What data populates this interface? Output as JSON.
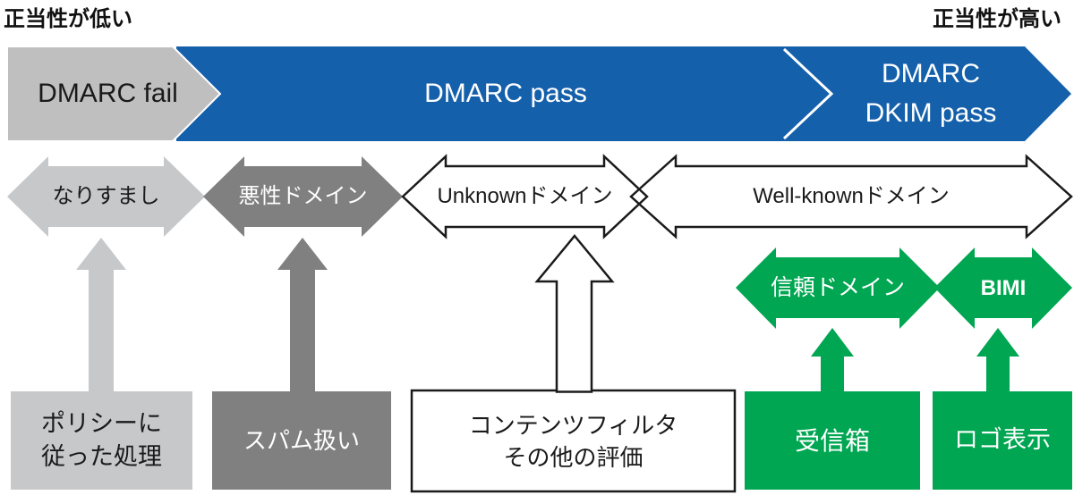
{
  "scale_labels": {
    "left": "正当性が低い",
    "right": "正当性が高い"
  },
  "auth_bands": [
    {
      "id": "dmarc-fail",
      "label": "DMARC fail",
      "fill": "#BFBFBF",
      "text_color": "#1a1a1a"
    },
    {
      "id": "dmarc-pass",
      "label": "DMARC pass",
      "fill": "#1560AB",
      "text_color": "#ffffff"
    },
    {
      "id": "dmarc-dkim-pass",
      "line1": "DMARC",
      "line2": "DKIM pass",
      "fill": "#1560AB",
      "text_color": "#ffffff"
    }
  ],
  "domain_arrows": [
    {
      "id": "spoofing",
      "label": "なりすまし",
      "fill": "#C7C8CA",
      "text_color": "#1a1a1a"
    },
    {
      "id": "malicious-domain",
      "label": "悪性ドメイン",
      "fill": "#808080",
      "text_color": "#ffffff"
    },
    {
      "id": "unknown-domain",
      "label": "Unknownドメイン",
      "fill": "#ffffff",
      "text_color": "#1a1a1a"
    },
    {
      "id": "well-known-domain",
      "label": "Well-knownドメイン",
      "fill": "#ffffff",
      "text_color": "#1a1a1a"
    }
  ],
  "trust_arrows": [
    {
      "id": "trusted-domain",
      "label": "信頼ドメイン",
      "fill": "#00A651",
      "text_color": "#ffffff"
    },
    {
      "id": "bimi",
      "label": "BIMI",
      "fill": "#00A651",
      "text_color": "#ffffff"
    }
  ],
  "outcome_boxes": [
    {
      "id": "policy-handling",
      "line1": "ポリシーに",
      "line2": "従った処理",
      "fill": "#C7C8CA",
      "text_color": "#1a1a1a"
    },
    {
      "id": "spam-treatment",
      "label": "スパム扱い",
      "fill": "#808080",
      "text_color": "#ffffff"
    },
    {
      "id": "content-filter",
      "line1": "コンテンツフィルタ",
      "line2": "その他の評価",
      "fill": "#ffffff",
      "text_color": "#1a1a1a"
    },
    {
      "id": "inbox",
      "label": "受信箱",
      "fill": "#00A651",
      "text_color": "#ffffff"
    },
    {
      "id": "logo-display",
      "label": "ロゴ表示",
      "fill": "#00A651",
      "text_color": "#ffffff"
    }
  ],
  "colors": {
    "blue": "#1560AB",
    "green": "#00A651",
    "light_gray": "#C7C8CA",
    "band_gray": "#BFBFBF",
    "dark_gray": "#808080",
    "outline": "#1a1a1a",
    "background": "#ffffff"
  }
}
